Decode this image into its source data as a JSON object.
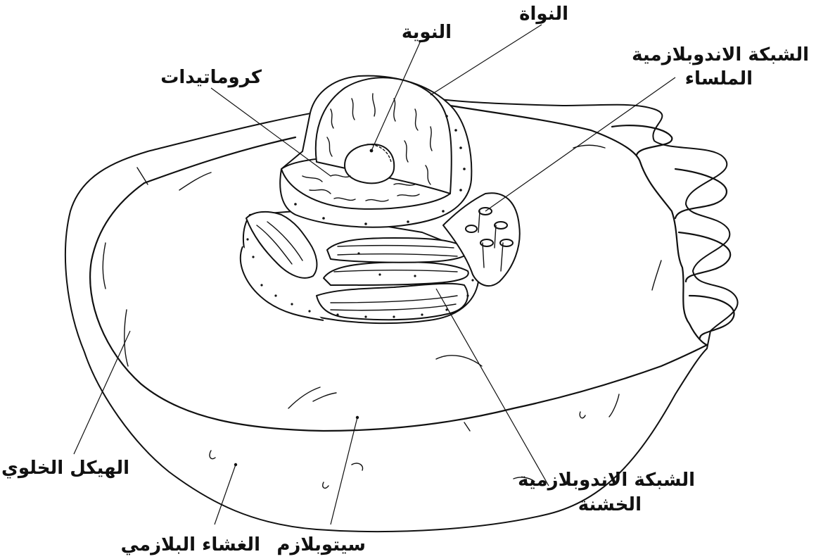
{
  "labels": {
    "nucleus": "النواة",
    "nucleolus": "النوية",
    "chromatin": "كروماتيدات",
    "smooth_er_line1": "الشبكة الاندوبلازمية",
    "smooth_er_line2": "الملساء",
    "cytoskeleton": "الهيكل الخلوي",
    "rough_er_line1": "الشبكة الاندوبلازمية",
    "rough_er_line2": "الخشنة",
    "plasma_membrane": "الغشاء البلازمي",
    "cytoplasm": "سيتوبلازم"
  }
}
